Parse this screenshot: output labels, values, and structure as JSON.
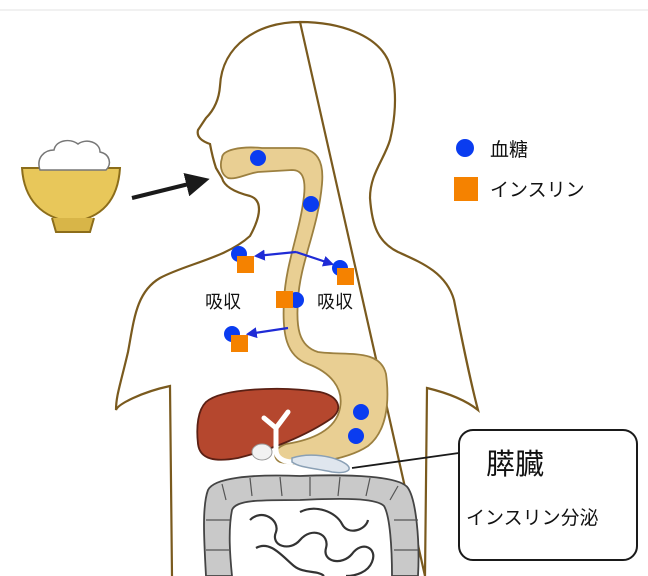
{
  "legend": {
    "glucose_label": "血糖",
    "insulin_label": "インスリン"
  },
  "absorption": {
    "left_label": "吸収",
    "right_label": "吸収"
  },
  "pancreas_callout": {
    "title": "膵臓",
    "subtitle": "インスリン分泌"
  },
  "colors": {
    "glucose": "#0a3cf0",
    "insulin": "#f58200",
    "digestive_tract": "#e9cf93",
    "liver": "#b5472e",
    "intestine": "#c9c9c9",
    "bowl": "#e8c75a",
    "arrow": "#1f2bd6"
  },
  "icons": {
    "glucose": "blue-dot-icon",
    "insulin": "orange-square-icon"
  }
}
